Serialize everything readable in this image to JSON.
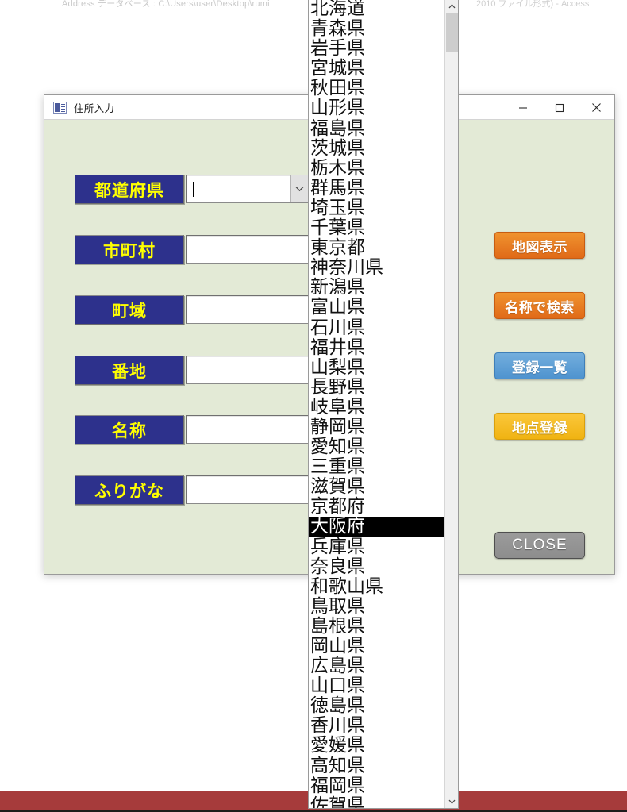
{
  "app": {
    "title_left": "Address データベース : C:\\Users\\user\\Desktop\\rumi",
    "title_right": "2010 ファイル形式) - Access"
  },
  "form": {
    "title": "住所入力",
    "window_controls": {
      "minimize": "最小化",
      "maximize": "最大化",
      "close": "閉じる"
    },
    "fields": [
      {
        "label": "都道府県",
        "value": "",
        "type": "combobox"
      },
      {
        "label": "市町村",
        "value": "",
        "type": "text"
      },
      {
        "label": "町域",
        "value": "",
        "type": "text"
      },
      {
        "label": "番地",
        "value": "",
        "type": "text"
      },
      {
        "label": "名称",
        "value": "",
        "type": "text"
      },
      {
        "label": "ふりがな",
        "value": "",
        "type": "text"
      }
    ],
    "actions": [
      {
        "label": "地図表示",
        "color": "#e57b1c"
      },
      {
        "label": "名称で検索",
        "color": "#e57b1c"
      },
      {
        "label": "登録一覧",
        "color": "#5e9fd4"
      },
      {
        "label": "地点登録",
        "color": "#f5bc22"
      },
      {
        "label": "CLOSE",
        "color": "#949494"
      }
    ]
  },
  "dropdown": {
    "selected": "大阪府",
    "selected_index": 26,
    "items": [
      "北海道",
      "青森県",
      "岩手県",
      "宮城県",
      "秋田県",
      "山形県",
      "福島県",
      "茨城県",
      "栃木県",
      "群馬県",
      "埼玉県",
      "千葉県",
      "東京都",
      "神奈川県",
      "新潟県",
      "富山県",
      "石川県",
      "福井県",
      "山梨県",
      "長野県",
      "岐阜県",
      "静岡県",
      "愛知県",
      "三重県",
      "滋賀県",
      "京都府",
      "大阪府",
      "兵庫県",
      "奈良県",
      "和歌山県",
      "鳥取県",
      "島根県",
      "岡山県",
      "広島県",
      "山口県",
      "徳島県",
      "香川県",
      "愛媛県",
      "高知県",
      "福岡県",
      "佐賀県"
    ]
  },
  "colors": {
    "form_background": "#e3ead6",
    "label_background": "#2d318c",
    "label_text": "#ffff00",
    "statusbar": "#a63b3b",
    "selection": "#000000"
  }
}
